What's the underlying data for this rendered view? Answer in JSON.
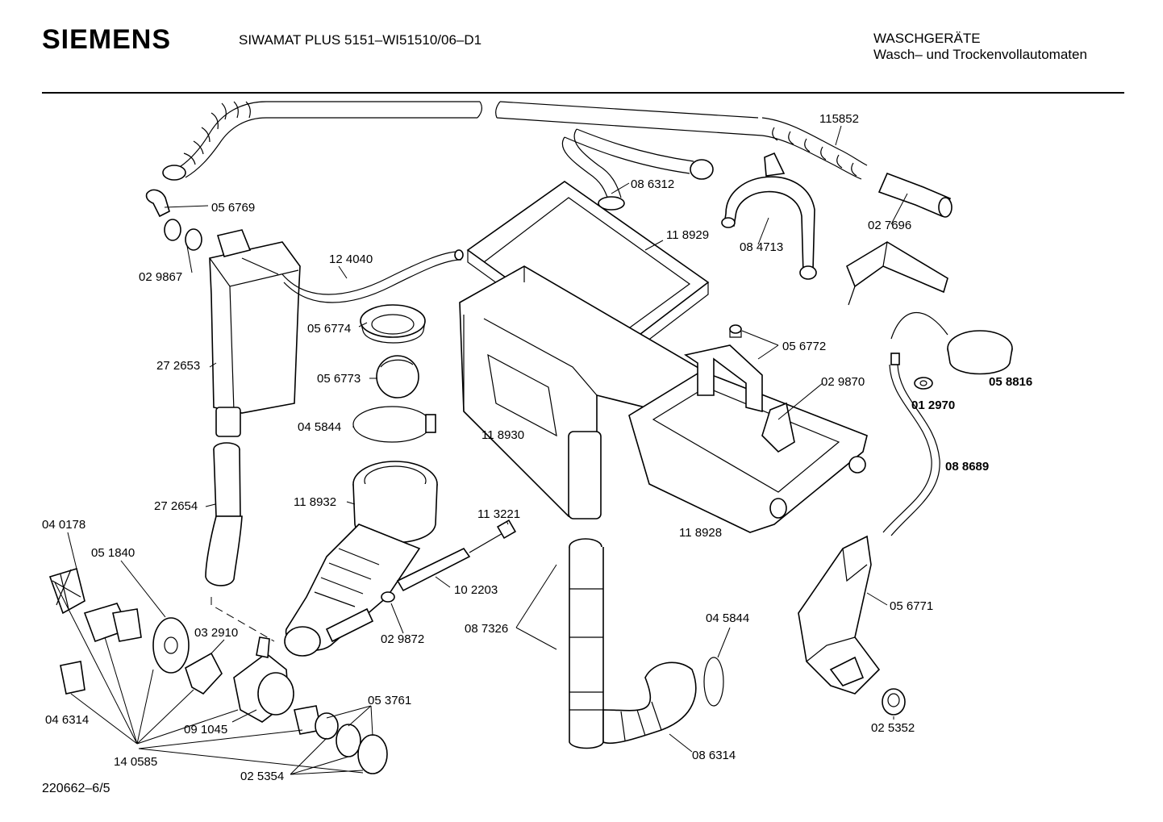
{
  "header": {
    "brand": "SIEMENS",
    "model": "SIWAMAT PLUS 5151–WI51510/06–D1",
    "category_line1": "WASCHGERÄTE",
    "category_line2": "Wasch– und Trockenvollautomaten"
  },
  "footer": {
    "document_number": "220662–6/5"
  },
  "parts": [
    {
      "id": "p115852",
      "label": "115852",
      "bold": false
    },
    {
      "id": "p056769",
      "label": "05 6769",
      "bold": false
    },
    {
      "id": "p086312",
      "label": "08 6312",
      "bold": false
    },
    {
      "id": "p118929",
      "label": "11 8929",
      "bold": false
    },
    {
      "id": "p084713",
      "label": "08 4713",
      "bold": false
    },
    {
      "id": "p027696",
      "label": "02 7696",
      "bold": false
    },
    {
      "id": "p029867",
      "label": "02 9867",
      "bold": false
    },
    {
      "id": "p124040",
      "label": "12 4040",
      "bold": false
    },
    {
      "id": "p056774",
      "label": "05 6774",
      "bold": false
    },
    {
      "id": "p056772",
      "label": "05 6772",
      "bold": false
    },
    {
      "id": "p272653",
      "label": "27 2653",
      "bold": false
    },
    {
      "id": "p056773",
      "label": "05 6773",
      "bold": false
    },
    {
      "id": "p029870",
      "label": "02 9870",
      "bold": false
    },
    {
      "id": "p058816",
      "label": "05 8816",
      "bold": true
    },
    {
      "id": "p012970",
      "label": "01 2970",
      "bold": true
    },
    {
      "id": "p045844a",
      "label": "04 5844",
      "bold": false
    },
    {
      "id": "p118930",
      "label": "11 8930",
      "bold": false
    },
    {
      "id": "p088689",
      "label": "08 8689",
      "bold": true
    },
    {
      "id": "p272654",
      "label": "27 2654",
      "bold": false
    },
    {
      "id": "p118932",
      "label": "11 8932",
      "bold": false
    },
    {
      "id": "p113221",
      "label": "11 3221",
      "bold": false
    },
    {
      "id": "p118928",
      "label": "11 8928",
      "bold": false
    },
    {
      "id": "p040178",
      "label": "04 0178",
      "bold": false
    },
    {
      "id": "p051840",
      "label": "05 1840",
      "bold": false
    },
    {
      "id": "p102203",
      "label": "10 2203",
      "bold": false
    },
    {
      "id": "p056771",
      "label": "05 6771",
      "bold": false
    },
    {
      "id": "p032910",
      "label": "03 2910",
      "bold": false
    },
    {
      "id": "p087326",
      "label": "08 7326",
      "bold": false
    },
    {
      "id": "p029872",
      "label": "02 9872",
      "bold": false
    },
    {
      "id": "p045844b",
      "label": "04 5844",
      "bold": false
    },
    {
      "id": "p046314",
      "label": "04 6314",
      "bold": false
    },
    {
      "id": "p053761",
      "label": "05 3761",
      "bold": false
    },
    {
      "id": "p091045",
      "label": "09 1045",
      "bold": false
    },
    {
      "id": "p140585",
      "label": "14 0585",
      "bold": false
    },
    {
      "id": "p086314",
      "label": "08 6314",
      "bold": false
    },
    {
      "id": "p025352",
      "label": "02 5352",
      "bold": false
    },
    {
      "id": "p025354",
      "label": "02 5354",
      "bold": false
    }
  ]
}
